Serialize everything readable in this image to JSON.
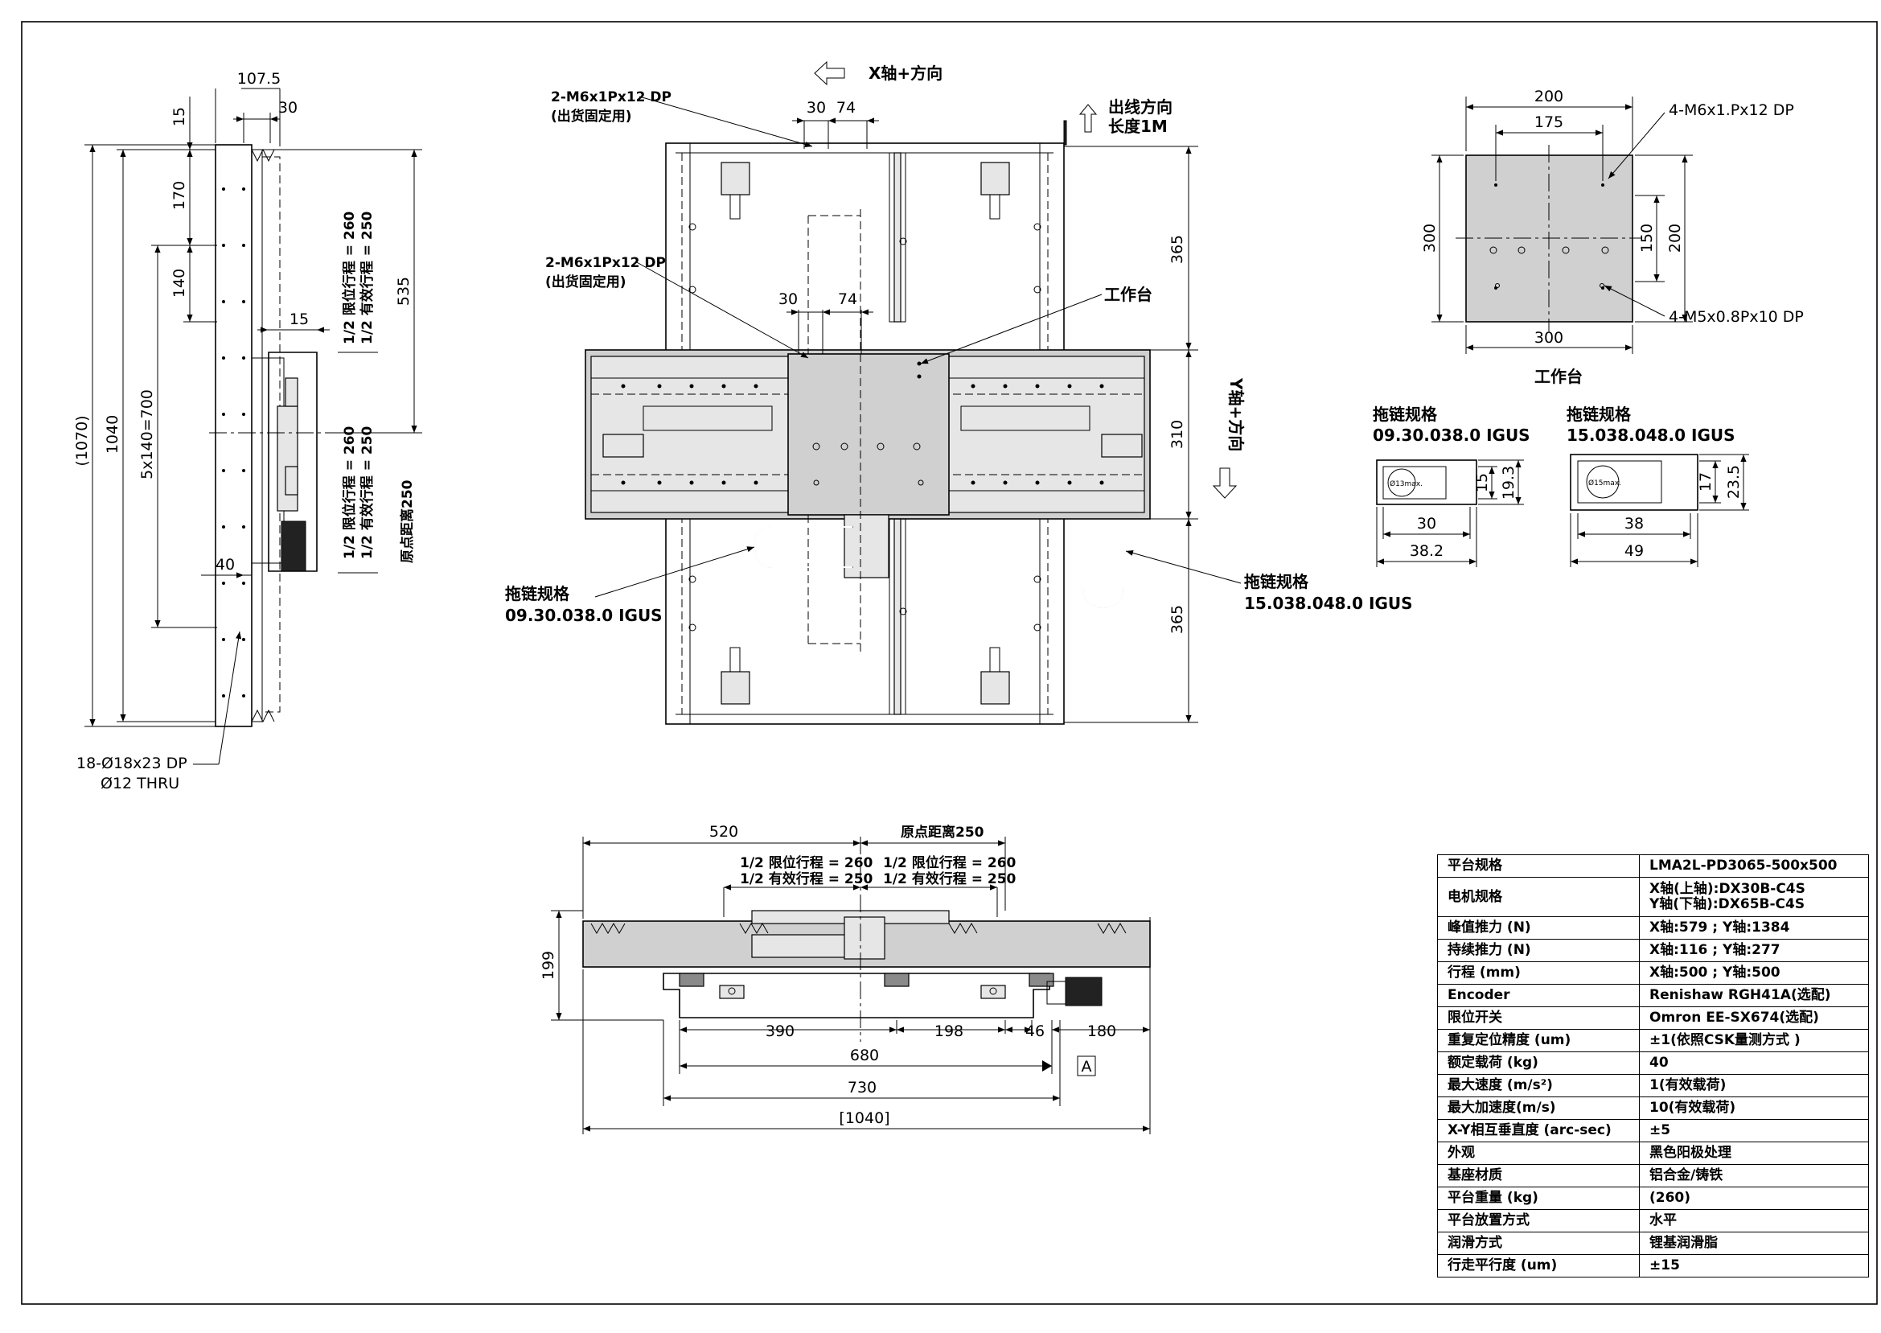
{
  "top_view": {
    "x_axis_label": "X轴+方向",
    "y_axis_label": "Y轴+方向",
    "cable_out_line1": "出线方向",
    "cable_out_line2": "长度1M",
    "callout_top_line1": "2-M6x1Px12 DP",
    "callout_top_line2": "(出货固定用)",
    "callout_mid_line1": "2-M6x1Px12 DP",
    "callout_mid_line2": "(出货固定用)",
    "table_label": "工作台",
    "chain_left_line1": "拖链规格",
    "chain_left_line2": "09.30.038.0 IGUS",
    "chain_right_line1": "拖链规格",
    "chain_right_line2": "15.038.048.0 IGUS",
    "dims": {
      "d30a": "30",
      "d74a": "74",
      "d30b": "30",
      "d74b": "74",
      "d365a": "365",
      "d310": "310",
      "d365b": "365"
    }
  },
  "side_view": {
    "dims": {
      "d107": "107.5",
      "d30": "30",
      "d15a": "15",
      "d170": "170",
      "d140": "140",
      "d535": "535",
      "d15b": "15",
      "d1070": "(1070)",
      "d1040": "1040",
      "d5x140": "5x140=700",
      "d40": "40"
    },
    "stroke_a1": "1/2 限位行程 = 260",
    "stroke_a2": "1/2 有效行程 = 250",
    "stroke_b1": "1/2 限位行程 = 260",
    "stroke_b2": "1/2 有效行程 = 250",
    "origin": "原点距离250",
    "hole_note_line1": "18-Ø18x23 DP",
    "hole_note_line2": "Ø12 THRU"
  },
  "front_view": {
    "d520": "520",
    "origin": "原点距离250",
    "left_1": "1/2 限位行程 = 260",
    "left_2": "1/2 有效行程 = 250",
    "right_1": "1/2 限位行程 = 260",
    "right_2": "1/2 有效行程 = 250",
    "d199": "199",
    "d390": "390",
    "d198": "198",
    "d46": "46",
    "d180": "180",
    "d680": "680",
    "tag_a": "A",
    "d730": "730",
    "d1040": "[1040]"
  },
  "table_detail": {
    "d200_top": "200",
    "d175": "175",
    "d300_left": "300",
    "d150": "150",
    "d200_right": "200",
    "d300_bottom": "300",
    "note_top": "4-M6x1.Px12 DP",
    "note_bottom": "4-M5x0.8Px10 DP",
    "title": "工作台"
  },
  "chain_details": [
    {
      "title1": "拖链规格",
      "title2": "09.30.038.0 IGUS",
      "inner": "Ø13max.",
      "inner_h": "15",
      "outer_h": "19.3",
      "inner_w": "30",
      "outer_w": "38.2"
    },
    {
      "title1": "拖链规格",
      "title2": "15.038.048.0 IGUS",
      "inner": "Ø15max.",
      "inner_h": "17",
      "outer_h": "23.5",
      "inner_w": "38",
      "outer_w": "49"
    }
  ],
  "spec_table": [
    {
      "key": "平台规格",
      "value": [
        "LMA2L-PD3065-500x500"
      ]
    },
    {
      "key": "电机规格",
      "value": [
        "X轴(上轴):DX30B-C4S",
        "Y轴(下轴):DX65B-C4S"
      ]
    },
    {
      "key": "峰值推力 (N)",
      "value": [
        "X轴:579 ; Y轴:1384"
      ]
    },
    {
      "key": "持续推力 (N)",
      "value": [
        "X轴:116 ; Y轴:277"
      ]
    },
    {
      "key": "行程 (mm)",
      "value": [
        "X轴:500 ; Y轴:500"
      ]
    },
    {
      "key": "Encoder",
      "value": [
        "Renishaw RGH41A(选配)"
      ]
    },
    {
      "key": "限位开关",
      "value": [
        "Omron EE-SX674(选配)"
      ]
    },
    {
      "key": "重复定位精度 (um)",
      "value": [
        "±1(依照CSK量测方式 )"
      ]
    },
    {
      "key": "额定载荷 (kg)",
      "value": [
        "40"
      ]
    },
    {
      "key": "最大速度 (m/s²)",
      "value": [
        "1(有效载荷)"
      ]
    },
    {
      "key": "最大加速度(m/s)",
      "value": [
        "10(有效载荷)"
      ]
    },
    {
      "key": "X-Y相互垂直度 (arc-sec)",
      "value": [
        "±5"
      ]
    },
    {
      "key": "外观",
      "value": [
        "黑色阳极处理"
      ]
    },
    {
      "key": "基座材质",
      "value": [
        "铝合金/铸铁"
      ]
    },
    {
      "key": "平台重量 (kg)",
      "value": [
        "(260)"
      ]
    },
    {
      "key": "平台放置方式",
      "value": [
        "水平"
      ]
    },
    {
      "key": "润滑方式",
      "value": [
        "锂基润滑脂"
      ]
    },
    {
      "key": "行走平行度 (um)",
      "value": [
        "±15"
      ]
    }
  ]
}
